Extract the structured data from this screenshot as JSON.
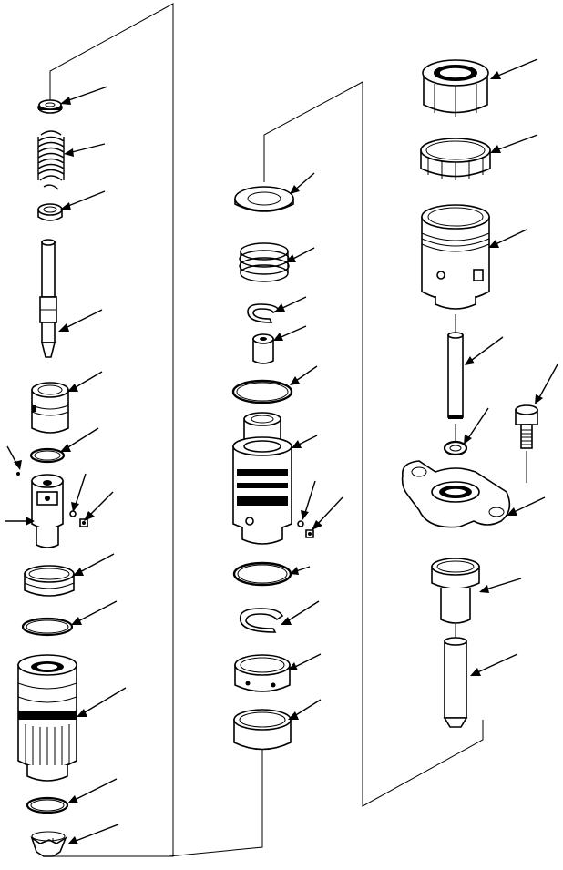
{
  "diagram": {
    "kind": "exploded-parts-view",
    "columns": [
      {
        "id": "left",
        "parts": [
          "washer",
          "spring",
          "spring-seat",
          "plunger",
          "sleeve",
          "o-ring",
          "valve-body",
          "ball",
          "plug",
          "bushing",
          "o-ring",
          "cartridge-body",
          "o-ring",
          "retainer"
        ]
      },
      {
        "id": "center",
        "parts": [
          "washer",
          "spring",
          "snap-ring",
          "poppet",
          "o-ring",
          "valve-cartridge",
          "ball",
          "plug",
          "o-ring",
          "snap-ring",
          "collar",
          "bushing"
        ]
      },
      {
        "id": "right",
        "parts": [
          "cap-nut",
          "lock-nut",
          "housing",
          "pin",
          "o-ring",
          "bolt",
          "flange",
          "guide",
          "rod"
        ]
      }
    ]
  }
}
